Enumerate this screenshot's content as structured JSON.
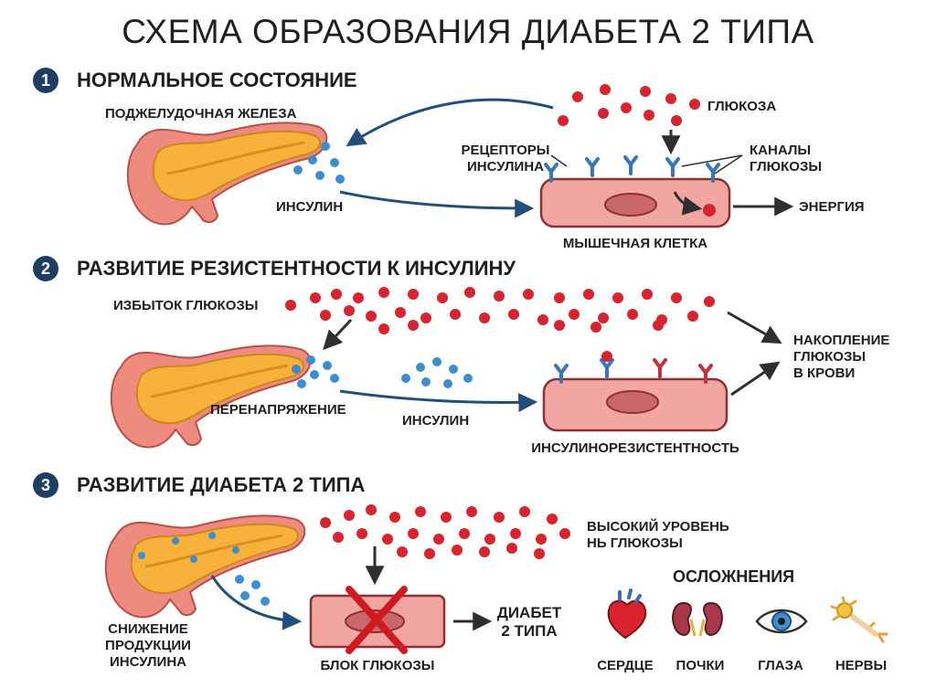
{
  "title": "СХЕМА ОБРАЗОВАНИЯ ДИАБЕТА 2 ТИПА",
  "sections": [
    {
      "number": "1",
      "title": "НОРМАЛЬНОЕ СОСТОЯНИЕ",
      "labels": {
        "pancreas": "ПОДЖЕЛУДОЧНАЯ ЖЕЛЕЗА",
        "glucose": "ГЛЮКОЗА",
        "receptors_1": "РЕЦЕПТОРЫ",
        "receptors_2": "ИНСУЛИНА",
        "channels_1": "КАНАЛЫ",
        "channels_2": "ГЛЮКОЗЫ",
        "insulin": "ИНСУЛИН",
        "energy": "ЭНЕРГИЯ",
        "muscle_cell": "МЫШЕЧНАЯ КЛЕТКА"
      }
    },
    {
      "number": "2",
      "title": "РАЗВИТИЕ РЕЗИСТЕНТНОСТИ К ИНСУЛИНУ",
      "labels": {
        "excess_glucose": "ИЗБЫТОК ГЛЮКОЗЫ",
        "accumulation_1": "НАКОПЛЕНИЕ",
        "accumulation_2": "ГЛЮКОЗЫ",
        "accumulation_3": "В КРОВИ",
        "overstrain": "ПЕРЕНАПРЯЖЕНИЕ",
        "insulin": "ИНСУЛИН",
        "resistance": "ИНСУЛИНОРЕЗИСТЕНТНОСТЬ"
      }
    },
    {
      "number": "3",
      "title": "РАЗВИТИЕ ДИАБЕТА 2 ТИПА",
      "labels": {
        "high_level_1": "ВЫСОКИЙ УРОВЕНЬ",
        "high_level_2": "НЬ ГЛЮКОЗЫ",
        "complications": "ОСЛОЖНЕНИЯ",
        "reduction_1": "СНИЖЕНИЕ",
        "reduction_2": "ПРОДУКЦИИ",
        "reduction_3": "ИНСУЛИНА",
        "glucose_block": "БЛОК ГЛЮКОЗЫ",
        "diabetes_1": "ДИАБЕТ",
        "diabetes_2": "2 ТИПА"
      },
      "complication_items": [
        "СЕРДЦЕ",
        "ПОЧКИ",
        "ГЛАЗА",
        "НЕРВЫ"
      ]
    }
  ],
  "colors": {
    "glucose": "#d9232e",
    "insulin": "#3b8fd0",
    "receptor": "#3a78b5",
    "blocked_receptor": "#c0333b",
    "cell_fill": "#f2a6a2",
    "cell_stroke": "#8e2f33",
    "nucleus": "#c9676d",
    "pancreas_tissue": "#f7b23b",
    "duodenum": "#ef8a7f",
    "arrow_blue": "#1f4f7a",
    "arrow_dark": "#2f2f2f",
    "number_badge": "#1f3e63"
  }
}
